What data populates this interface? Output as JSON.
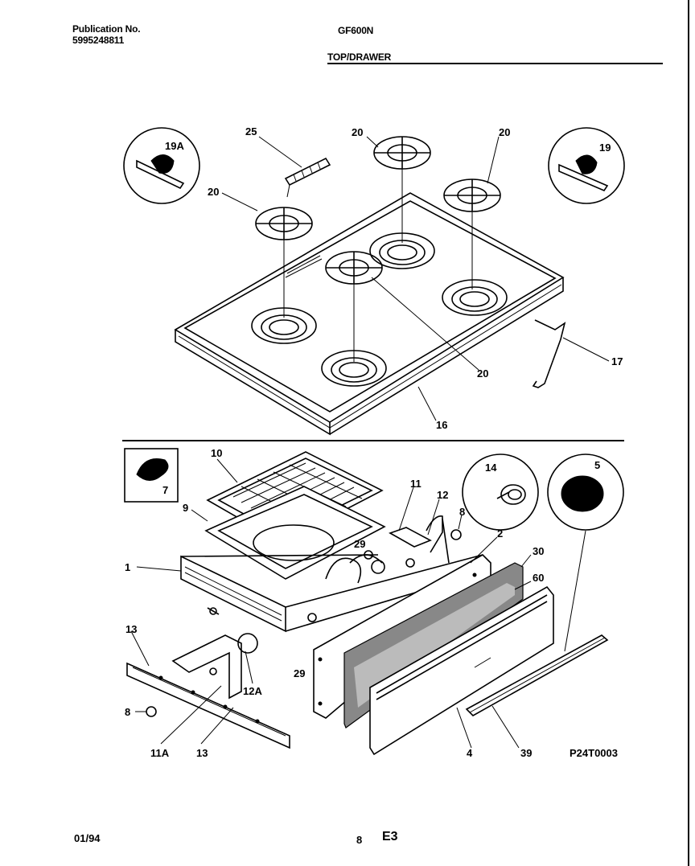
{
  "header": {
    "publication_label": "Publication No.",
    "publication_number": "5995248811",
    "model": "GF600N",
    "section": "TOP/DRAWER"
  },
  "callouts": {
    "c19a": "19A",
    "c25": "25",
    "c20a": "20",
    "c20b": "20",
    "c20c": "20",
    "c20d": "20",
    "c19": "19",
    "c17": "17",
    "c16": "16",
    "c7": "7",
    "c10": "10",
    "c9": "9",
    "c11": "11",
    "c12": "12",
    "c8a": "8",
    "c14": "14",
    "c5": "5",
    "c2": "2",
    "c30": "30",
    "c60": "60",
    "c1": "1",
    "c29a": "29",
    "c29b": "29",
    "c13a": "13",
    "c12a": "12A",
    "c8b": "8",
    "c11a": "11A",
    "c13b": "13",
    "c4": "4",
    "c39": "39"
  },
  "diagram_code": "P24T0003",
  "footer": {
    "date": "01/94",
    "page": "8",
    "code": "E3"
  }
}
